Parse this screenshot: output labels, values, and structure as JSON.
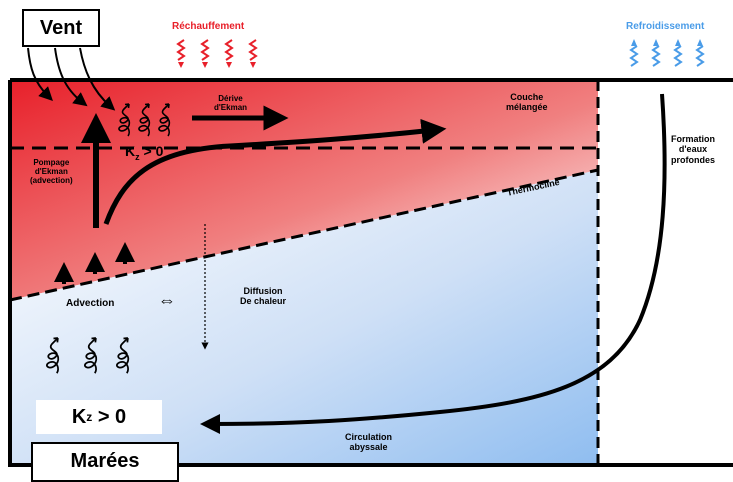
{
  "labels": {
    "vent": "Vent",
    "rechauffement": "Réchauffement",
    "refroidissement": "Refroidissement",
    "derive_line1": "Dérive",
    "derive_line2": "d'Ekman",
    "couche_line1": "Couche",
    "couche_line2": "mélangée",
    "kz_top_k": "K",
    "kz_top_sub": "z",
    "kz_top_rest": " > 0",
    "pompage_line1": "Pompage",
    "pompage_line2": "d'Ekman",
    "pompage_line3": "(advection)",
    "thermocline": "Thermocline",
    "formation_line1": "Formation",
    "formation_line2": "d'eaux",
    "formation_line3": "profondes",
    "advection": "Advection",
    "double_arrow": "⇔",
    "diffusion_line1": "Diffusion",
    "diffusion_line2": "De chaleur",
    "kz_bottom_k": "K",
    "kz_bottom_sub": "z",
    "kz_bottom_rest": " > 0",
    "circulation_line1": "Circulation",
    "circulation_line2": "abyssale",
    "marees": "Marées"
  },
  "colors": {
    "warm": "#e8202a",
    "warm_light": "#ffffff",
    "cold": "#9cc4f2",
    "cold_light": "#ffffff",
    "heat_glyph": "#e8202a",
    "cool_glyph": "#4a9ce8",
    "heat_text": "#e8202a",
    "cool_text": "#4a9ce8"
  },
  "icons": [
    "wind-arrow-icon",
    "heat-wave-icon",
    "cold-wave-icon",
    "turbulence-swirl-icon",
    "upward-arrow-icon"
  ]
}
